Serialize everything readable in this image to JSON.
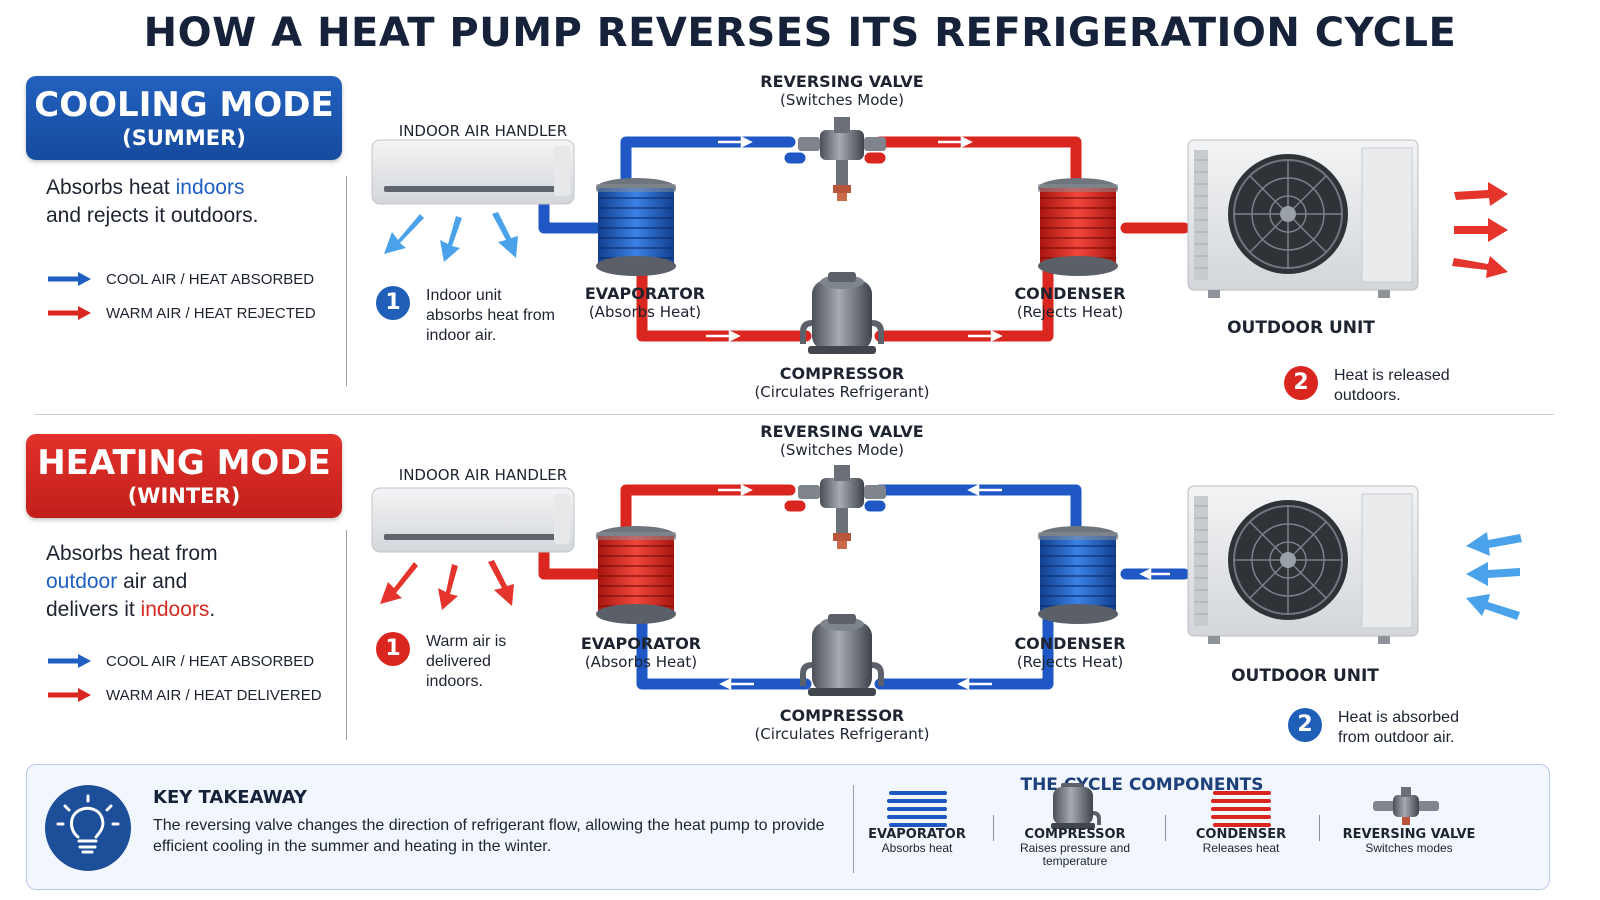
{
  "title": "HOW A HEAT PUMP REVERSES ITS REFRIGERATION CYCLE",
  "cooling": {
    "mode_title": "COOLING MODE",
    "mode_sub": "(SUMMER)",
    "desc_1": "Absorbs heat ",
    "desc_2": "indoors",
    "desc_3": "and rejects it outdoors.",
    "legend_blue": "COOL AIR / HEAT ABSORBED",
    "legend_red": "WARM AIR / HEAT REJECTED",
    "indoor_label": "INDOOR AIR HANDLER",
    "valve_title": "REVERSING VALVE",
    "valve_sub": "(Switches Mode)",
    "evap_title": "EVAPORATOR",
    "evap_sub": "(Absorbs Heat)",
    "cond_title": "CONDENSER",
    "cond_sub": "(Rejects Heat)",
    "comp_title": "COMPRESSOR",
    "comp_sub": "(Circulates Refrigerant)",
    "outdoor_label": "OUTDOOR UNIT",
    "step1_num": "1",
    "step1_text": "Indoor unit absorbs heat from indoor air.",
    "step2_num": "2",
    "step2_text": "Heat is released outdoors."
  },
  "heating": {
    "mode_title": "HEATING MODE",
    "mode_sub": "(WINTER)",
    "desc_1": "Absorbs heat from",
    "desc_2": "outdoor",
    "desc_3": " air and",
    "desc_4": "delivers it ",
    "desc_5": "indoors",
    "desc_6": ".",
    "legend_blue": "COOL AIR / HEAT ABSORBED",
    "legend_red": "WARM AIR / HEAT DELIVERED",
    "indoor_label": "INDOOR AIR HANDLER",
    "valve_title": "REVERSING VALVE",
    "valve_sub": "(Switches Mode)",
    "evap_title": "EVAPORATOR",
    "evap_sub": "(Absorbs Heat)",
    "cond_title": "CONDENSER",
    "cond_sub": "(Rejects Heat)",
    "comp_title": "COMPRESSOR",
    "comp_sub": "(Circulates Refrigerant)",
    "outdoor_label": "OUTDOOR UNIT",
    "step1_num": "1",
    "step1_text": "Warm air is delivered indoors.",
    "step2_num": "2",
    "step2_text": "Heat is absorbed from outdoor air."
  },
  "takeaway": {
    "title": "KEY TAKEAWAY",
    "text": "The reversing valve changes the direction of refrigerant flow, allowing the heat pump to provide efficient cooling in the summer and heating in the winter.",
    "components_title": "THE CYCLE COMPONENTS",
    "components": [
      {
        "name": "EVAPORATOR",
        "desc": "Absorbs heat"
      },
      {
        "name": "COMPRESSOR",
        "desc": "Raises pressure and temperature"
      },
      {
        "name": "CONDENSER",
        "desc": "Releases heat"
      },
      {
        "name": "REVERSING VALVE",
        "desc": "Switches modes"
      }
    ]
  },
  "colors": {
    "hot": "#d9261f",
    "cold": "#1f5fc4",
    "cooling_badge": "#1d57b3",
    "heating_badge": "#d8291f",
    "navy": "#16213a"
  },
  "icons": [
    "lightbulb-icon",
    "fan-icon",
    "coil-icon",
    "compressor-icon",
    "valve-icon",
    "arrow-icon"
  ]
}
